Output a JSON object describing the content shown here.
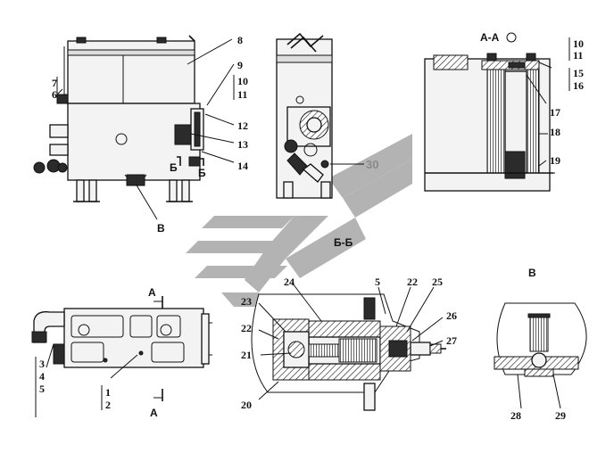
{
  "labels": {
    "n1": "1",
    "n2": "2",
    "n3": "3",
    "n4": "4",
    "n5": "5",
    "n6": "6",
    "n7": "7",
    "n8": "8",
    "n9": "9",
    "n10": "10",
    "n11": "11",
    "n12": "12",
    "n13": "13",
    "n14": "14",
    "n15": "15",
    "n16": "16",
    "n17": "17",
    "n18": "18",
    "n19": "19",
    "n20": "20",
    "n21": "21",
    "n22": "22",
    "n23": "23",
    "n24": "24",
    "n25": "25",
    "n26": "26",
    "n27": "27",
    "n28": "28",
    "n29": "29",
    "n30": "30"
  },
  "sections": {
    "aa": "А-А",
    "bb": "Б-Б",
    "b_marker": "Б",
    "v": "В",
    "a_marker": "А"
  },
  "colors": {
    "watermark": "#9a9a9a",
    "ink": "#111111"
  }
}
